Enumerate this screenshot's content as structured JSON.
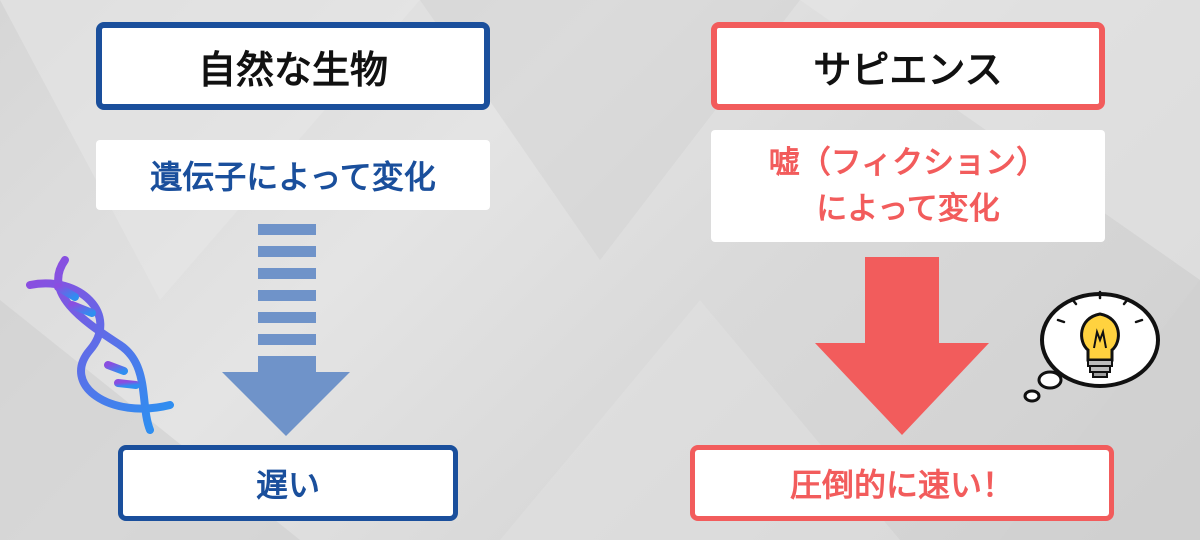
{
  "left": {
    "title": "自然な生物",
    "cause": "遺伝子によって変化",
    "result": "遅い"
  },
  "right": {
    "title": "サピエンス",
    "cause_line1": "嘘（フィクション）",
    "cause_line2": "によって変化",
    "result": "圧倒的に速い！"
  },
  "colors": {
    "blue": "#1a4f9c",
    "blue_arrow": "#6f93c9",
    "red": "#f25c5c",
    "background": "#dcdcdc"
  },
  "icons": {
    "left": "dna-icon",
    "right": "lightbulb-thought-icon"
  }
}
